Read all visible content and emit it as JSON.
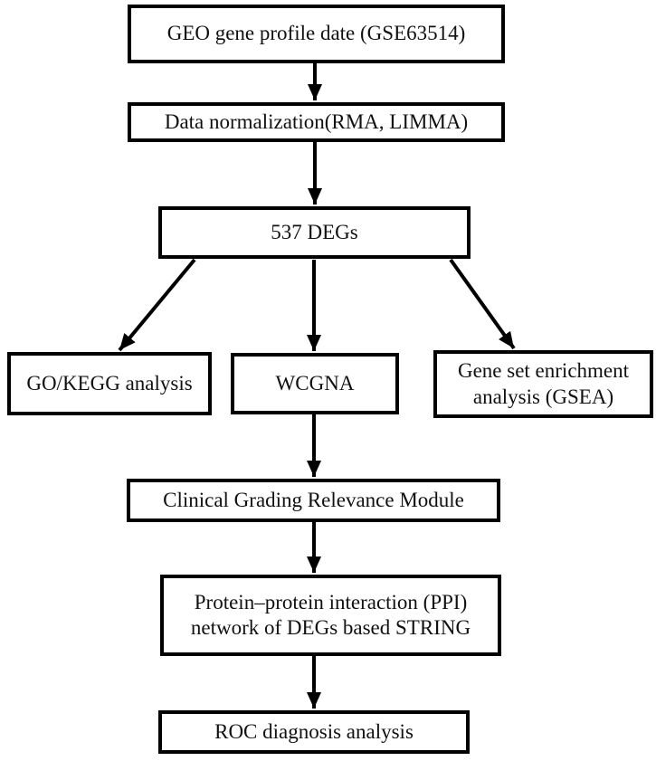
{
  "figure": {
    "type": "flowchart",
    "colors": {
      "background": "#ffffff",
      "line": "#000000",
      "box_border": "#000000",
      "text": "#111111"
    },
    "boxes": {
      "geo": {
        "label": "GEO gene profile date (GSE63514)"
      },
      "norm": {
        "label": "Data normalization(RMA, LIMMA)"
      },
      "degs": {
        "label": "537 DEGs"
      },
      "gokegg": {
        "label": "GO/KEGG analysis"
      },
      "wcgna": {
        "label": "WCGNA"
      },
      "gsea": {
        "label": "Gene set enrichment analysis (GSEA)"
      },
      "clinical": {
        "label": "Clinical Grading Relevance Module"
      },
      "ppi": {
        "label": "Protein–protein interaction (PPI) network of DEGs based STRING"
      },
      "roc": {
        "label": "ROC diagnosis analysis"
      }
    },
    "edges": [
      {
        "from": "geo",
        "to": "norm"
      },
      {
        "from": "norm",
        "to": "degs"
      },
      {
        "from": "degs",
        "to": "gokegg"
      },
      {
        "from": "degs",
        "to": "wcgna"
      },
      {
        "from": "degs",
        "to": "gsea"
      },
      {
        "from": "wcgna",
        "to": "clinical"
      },
      {
        "from": "clinical",
        "to": "ppi"
      },
      {
        "from": "ppi",
        "to": "roc"
      }
    ]
  }
}
